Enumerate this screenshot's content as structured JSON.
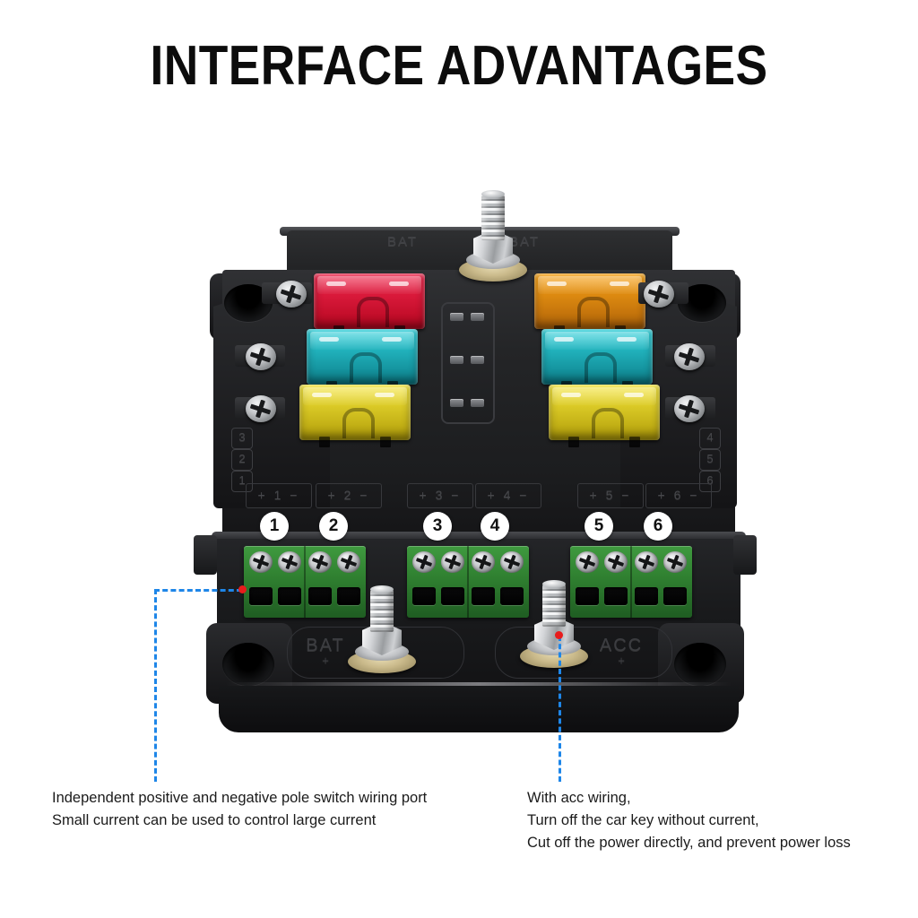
{
  "title": "INTERFACE ADVANTAGES",
  "product": {
    "type": "6-way automotive blade fuse block with LED indicators",
    "top_terminal_labels": [
      "BAT",
      "BAT"
    ],
    "bottom_terminal_labels": [
      {
        "name": "BAT",
        "polarity": "+"
      },
      {
        "name": "ACC",
        "polarity": "+"
      }
    ],
    "circuit_labels": [
      "+ 1 −",
      "+ 2 −",
      "+ 3 −",
      "+ 4 −",
      "+ 5 −",
      "+ 6 −"
    ],
    "circuit_numbers": [
      "1",
      "2",
      "3",
      "4",
      "5",
      "6"
    ],
    "side_index_left": [
      "3",
      "2",
      "1"
    ],
    "side_index_right": [
      "4",
      "5",
      "6"
    ],
    "fuses": [
      {
        "position": "left-top",
        "color": "#d81233"
      },
      {
        "position": "left-middle",
        "color": "#12a3ad"
      },
      {
        "position": "left-bottom",
        "color": "#e2d01a"
      },
      {
        "position": "right-top",
        "color": "#e08a10"
      },
      {
        "position": "right-middle",
        "color": "#12a3ad"
      },
      {
        "position": "right-bottom",
        "color": "#e2d01a"
      }
    ],
    "led_count": 6,
    "terminal_block_color": "#2f7f30",
    "body_color": "#1c1d1f",
    "stud_color": "#c9cbce"
  },
  "callouts": {
    "accent_color": "#1e86e8",
    "marker_color": "#e81c1c",
    "left": {
      "lines": [
        "Independent positive and negative pole switch wiring port",
        "Small current can be used to control large current"
      ]
    },
    "right": {
      "lines": [
        "With acc wiring,",
        "Turn off the car key without current,",
        "Cut off the power directly, and prevent power loss"
      ]
    }
  }
}
